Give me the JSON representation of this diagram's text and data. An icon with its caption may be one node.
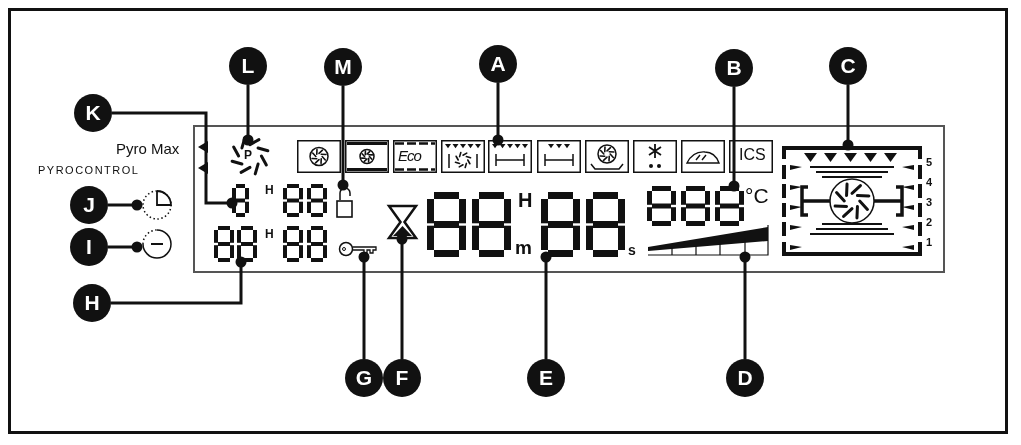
{
  "diagram": {
    "nodes": [
      {
        "text": [
          "A"
        ]
      },
      {
        "text": [
          "B"
        ]
      },
      {
        "text": [
          "C"
        ]
      },
      {
        "text": [
          "D"
        ]
      },
      {
        "text": [
          "E"
        ]
      },
      {
        "text": [
          "F"
        ]
      },
      {
        "text": [
          "G"
        ]
      },
      {
        "text": [
          "H"
        ]
      },
      {
        "text": [
          "I"
        ]
      },
      {
        "text": [
          "J"
        ]
      },
      {
        "text": [
          "K"
        ]
      },
      {
        "text": [
          "L"
        ]
      },
      {
        "text": [
          "M"
        ]
      },
      {
        "text": [],
        "shape": "picture"
      },
      {
        "text": [],
        "shape": "picture"
      },
      {
        "text": [],
        "shape": "picture",
        "beside": [
          "5",
          "4",
          "3",
          "2",
          "1"
        ]
      },
      {
        "text": [],
        "shape": "box"
      },
      {
        "text": [],
        "shape": "picture"
      },
      {
        "text": [],
        "shape": "picture"
      },
      {
        "text": [],
        "shape": "picture"
      },
      {
        "text": [],
        "shape": "picture"
      },
      {
        "text": [],
        "shape": "picture"
      },
      {
        "text": [],
        "shape": "circle"
      },
      {
        "text": [],
        "shape": "picture"
      },
      {
        "text": [],
        "shape": "picture"
      },
      {
        "text": [],
        "shape": "box"
      }
    ],
    "edges": [
      {
        "from": 0,
        "to": 13,
        "arrow": "other"
      },
      {
        "from": 1,
        "to": 14,
        "arrow": "other"
      },
      {
        "from": 2,
        "to": 15,
        "arrow": "other"
      },
      {
        "from": 3,
        "to": 16,
        "arrow": "other"
      },
      {
        "from": 4,
        "to": 17,
        "arrow": "other"
      },
      {
        "from": 5,
        "to": 18,
        "arrow": "other"
      },
      {
        "from": 6,
        "to": 19,
        "arrow": "other"
      },
      {
        "from": 7,
        "to": 20,
        "arrow": "other"
      },
      {
        "from": 8,
        "to": 21,
        "arrow": "other"
      },
      {
        "from": 9,
        "to": 22,
        "arrow": "other"
      },
      {
        "from": 10,
        "to": 23,
        "arrow": "other"
      },
      {
        "from": 11,
        "to": 24,
        "arrow": "other"
      },
      {
        "from": 12,
        "to": 25,
        "arrow": "other"
      }
    ],
    "labels": [
      "Pyro Max",
      "PYROCONTROL",
      "P",
      "Eco",
      "ICS",
      "H",
      "H",
      "°C",
      "H",
      "m",
      "s"
    ]
  }
}
